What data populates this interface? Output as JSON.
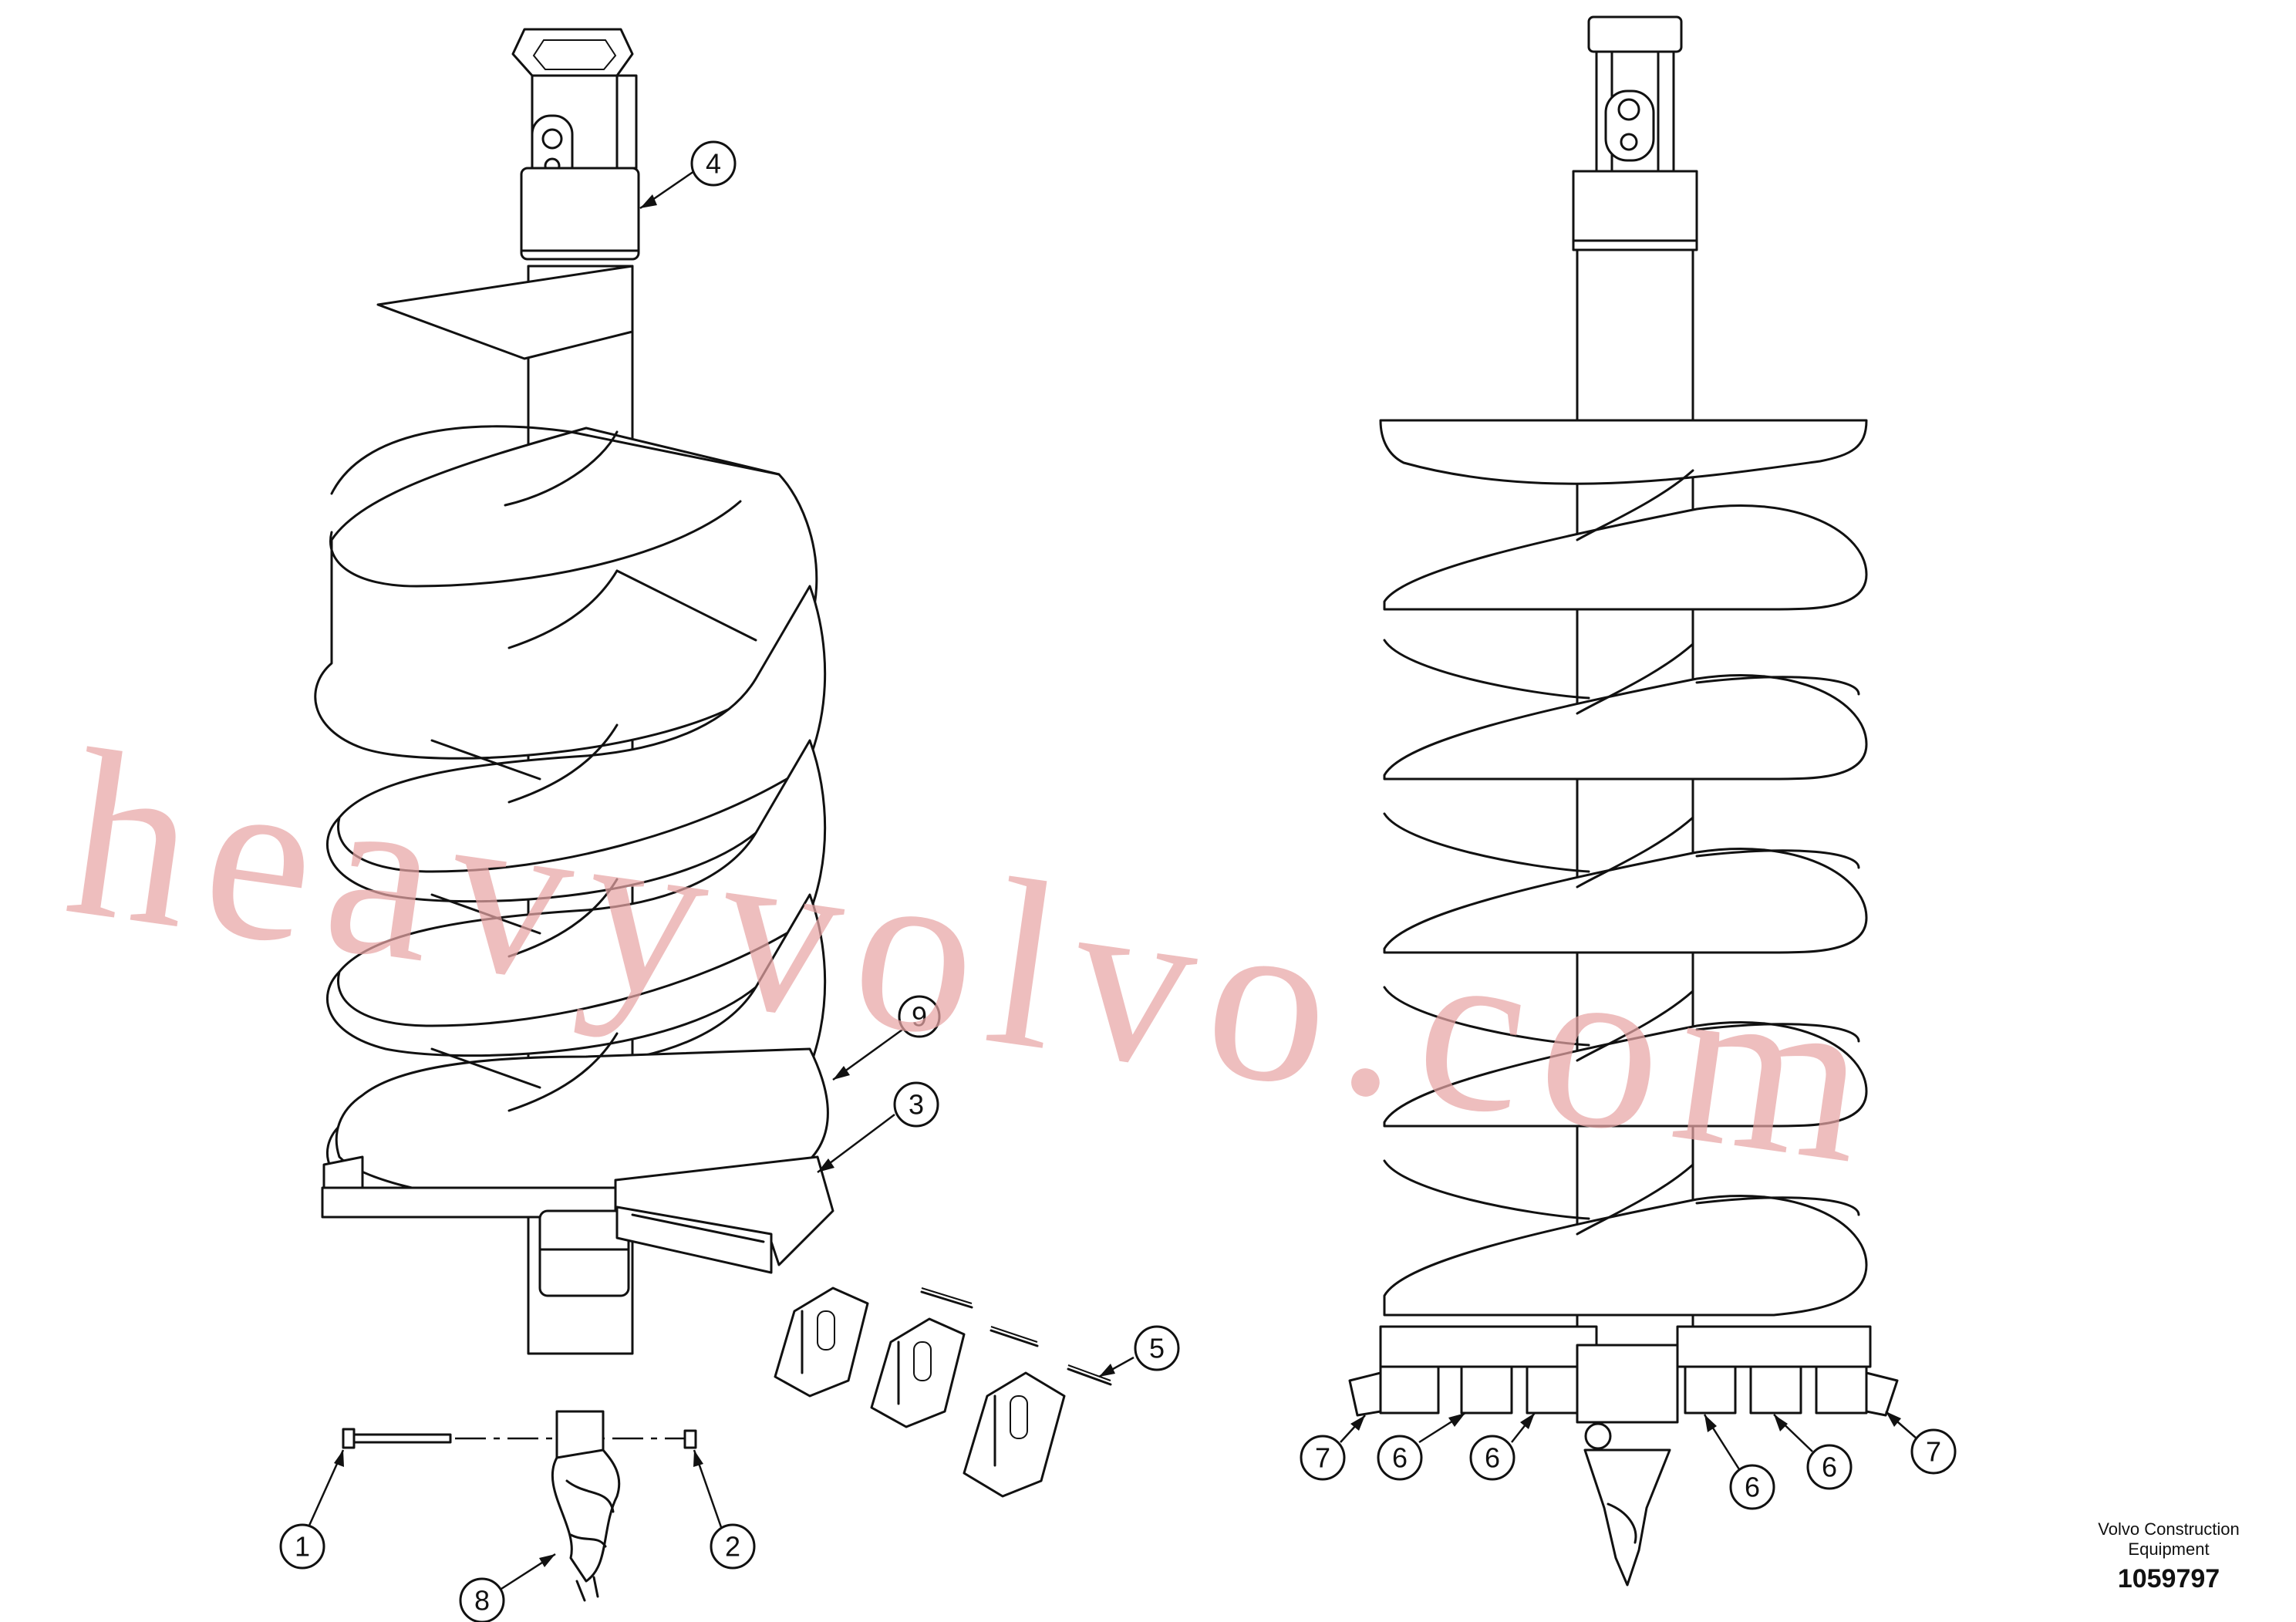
{
  "watermark": "heavyvolvo.com",
  "footer": {
    "company": "Volvo Construction Equipment",
    "document_number": "1059797"
  },
  "callouts": {
    "c1": "1",
    "c2": "2",
    "c3": "3",
    "c4": "4",
    "c5": "5",
    "c6": "6",
    "c7": "7",
    "c8": "8",
    "c9": "9"
  }
}
